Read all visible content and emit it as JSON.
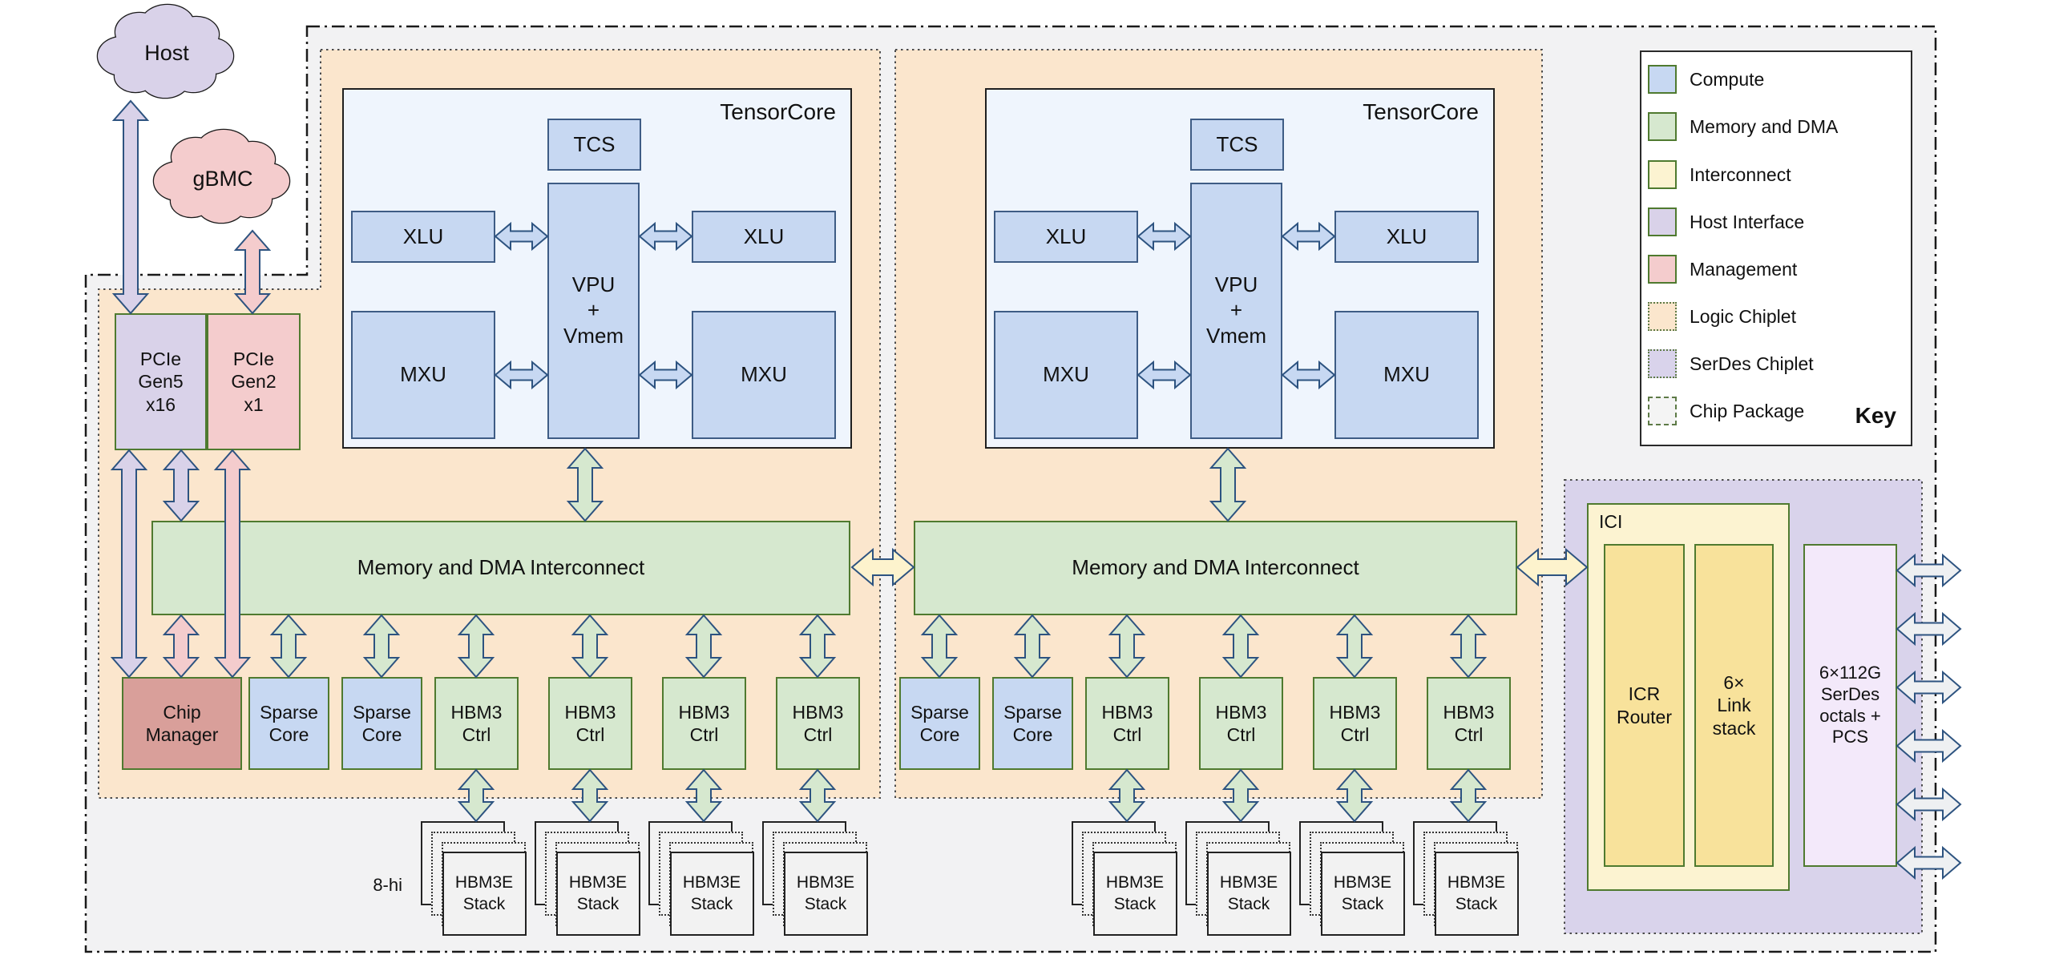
{
  "clouds": {
    "host": "Host",
    "gbmc": "gBMC"
  },
  "host_interface": {
    "pcie_gen5": "PCIe\nGen5\nx16",
    "pcie_gen2": "PCIe\nGen2\nx1"
  },
  "labels": {
    "tensorcore": "TensorCore",
    "tcs": "TCS",
    "vpu": "VPU\n+\nVmem",
    "xlu": "XLU",
    "mxu": "MXU",
    "interconnect": "Memory and DMA Interconnect",
    "chip_manager": "Chip\nManager",
    "sparse_core": "Sparse\nCore",
    "hbm3_ctrl": "HBM3\nCtrl",
    "hbm3e_stack": "HBM3E\nStack",
    "stack_height": "8-hi",
    "ici": "ICI",
    "icr_router": "ICR\nRouter",
    "link_stack": "6×\nLink\nstack",
    "serdes_pcs": "6×112G\nSerDes\noctals +\nPCS"
  },
  "key": {
    "title": "Key",
    "items": [
      {
        "label": "Compute",
        "swatch": "compute",
        "border": "solid"
      },
      {
        "label": "Memory and DMA",
        "swatch": "memory",
        "border": "solid"
      },
      {
        "label": "Interconnect",
        "swatch": "interconnect",
        "border": "solid"
      },
      {
        "label": "Host Interface",
        "swatch": "host_interface",
        "border": "solid"
      },
      {
        "label": "Management",
        "swatch": "management",
        "border": "solid"
      },
      {
        "label": "Logic Chiplet",
        "swatch": "logic_chiplet",
        "border": "dotted"
      },
      {
        "label": "SerDes Chiplet",
        "swatch": "serdes_chiplet",
        "border": "dotted"
      },
      {
        "label": "Chip Package",
        "swatch": "chip_package",
        "border": "dashed"
      }
    ]
  },
  "colors": {
    "compute": "#c7d8f2",
    "memory": "#d6e8cf",
    "interconnect": "#fcf3d1",
    "host_interface": "#d9d2e9",
    "management": "#f4cccd",
    "logic_chiplet": "#fbe6cd",
    "serdes_chiplet": "#d9d3eb",
    "chip_package": "#f4f4f4",
    "arrow_green": "#d6e8cf",
    "arrow_purple": "#d9d2e9",
    "arrow_pink": "#f4cccd",
    "arrow_yellow": "#fdf3cd",
    "arrow_gray": "#eef0f2",
    "arrow_compute": "#c7d8f2",
    "arrow_stroke": "#2d5380",
    "box_border_green": "#4f7a2f"
  }
}
